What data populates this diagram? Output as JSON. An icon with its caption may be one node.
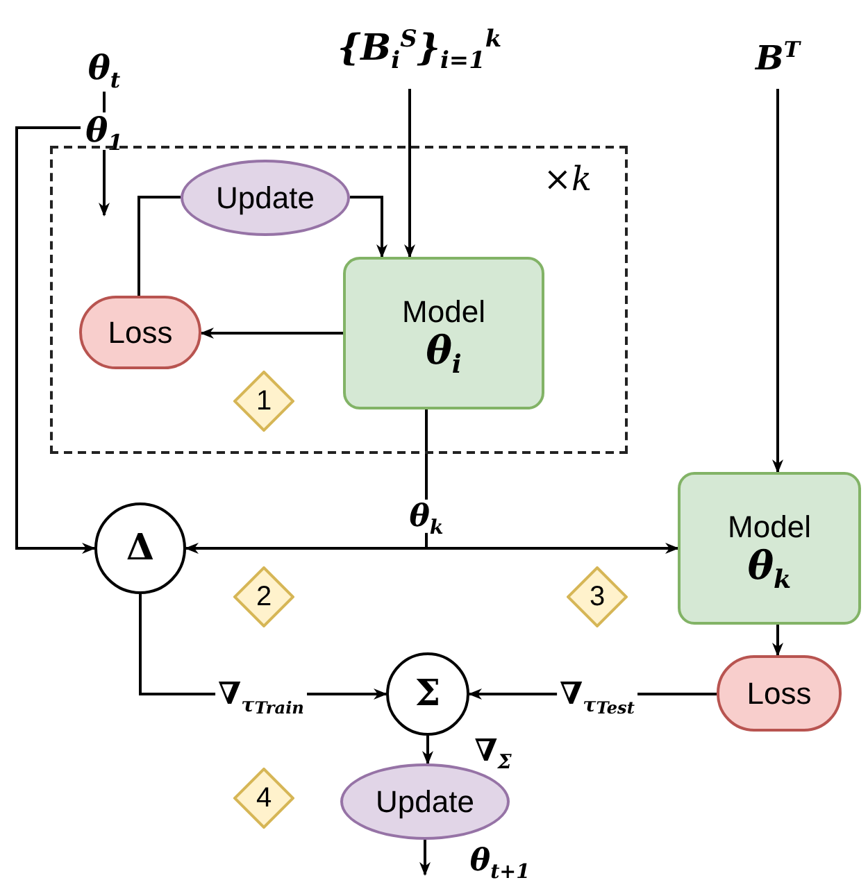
{
  "diagram": {
    "nodes": [
      {
        "text": [
          "θ$_{t}$"
        ]
      },
      {
        "text": [
          "θ$_{1}$"
        ]
      },
      {
        "text": [
          "{B$_{i}$$^{S}$}$_{i=1}$$^{k}$"
        ]
      },
      {
        "text": [
          "B$^{T}$"
        ]
      },
      {
        "text": [
          "×*k*"
        ]
      },
      {
        "text": [
          "Update"
        ],
        "in": 4
      },
      {
        "text": [
          "Model",
          "θ$_{i}$"
        ],
        "in": 4
      },
      {
        "text": [
          "Loss"
        ],
        "in": 4
      },
      {
        "text": [
          "1"
        ],
        "in": 4
      },
      {
        "text": [
          "Δ"
        ]
      },
      {
        "text": [
          "Model",
          "θ$_{k}$"
        ]
      },
      {
        "text": [
          "2"
        ]
      },
      {
        "text": [
          "3"
        ]
      },
      {
        "text": [
          "Loss"
        ]
      },
      {
        "text": [
          "Σ"
        ]
      },
      {
        "text": [
          "Update"
        ]
      },
      {
        "text": [
          "4"
        ]
      }
    ],
    "edges": [
      {
        "from": 0,
        "to": 1,
        "arrow": "none"
      },
      {
        "from": 1,
        "to": 9,
        "arrow": "to"
      },
      {
        "from": 1,
        "to": null,
        "arrow": "to"
      },
      {
        "from": 7,
        "to": 5,
        "arrow": "none"
      },
      {
        "from": 5,
        "to": 6,
        "arrow": "to"
      },
      {
        "from": 2,
        "to": 6,
        "arrow": "to"
      },
      {
        "from": 6,
        "to": 7,
        "arrow": "to"
      },
      {
        "from": 6,
        "to": 9,
        "arrow": "to",
        "label": "θ$_{k}$"
      },
      {
        "from": 6,
        "to": 10,
        "arrow": "to"
      },
      {
        "from": 3,
        "to": 10,
        "arrow": "to"
      },
      {
        "from": 10,
        "to": 13,
        "arrow": "to"
      },
      {
        "from": 9,
        "to": 14,
        "arrow": "to",
        "label": "∇$_{τ}$$_{Train}$"
      },
      {
        "from": 13,
        "to": 14,
        "arrow": "to",
        "label": "∇$_{τ}$$_{Test}$"
      },
      {
        "from": 14,
        "to": 15,
        "arrow": "to",
        "label": "∇$_{Σ}$"
      },
      {
        "from": 15,
        "to": null,
        "arrow": "to",
        "label": "θ$_{t+1}$"
      }
    ]
  }
}
